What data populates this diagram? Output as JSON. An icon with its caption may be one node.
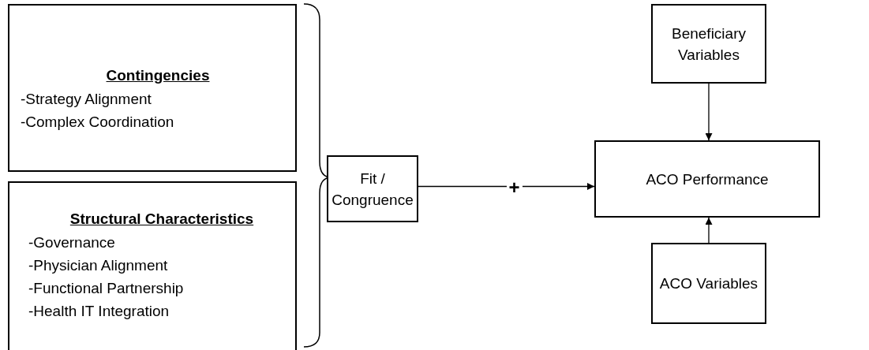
{
  "diagram": {
    "nodes": [
      {
        "text": [
          "Contingencies",
          "-Strategy Alignment",
          "-Complex Coordination"
        ]
      },
      {
        "text": [
          "Structural Characteristics",
          "-Governance",
          "-Physician Alignment",
          "-Functional Partnership",
          "-Health IT Integration"
        ]
      },
      {
        "text": [
          "Fit / Congruence"
        ]
      },
      {
        "text": [
          "Beneficiary Variables"
        ]
      },
      {
        "text": [
          "ACO Performance"
        ]
      },
      {
        "text": [
          "ACO Variables"
        ]
      }
    ],
    "edges": [
      {
        "from": 2,
        "to": 4,
        "arrow": "to",
        "label": "+"
      },
      {
        "from": 3,
        "to": 4,
        "arrow": "to"
      },
      {
        "from": 5,
        "to": 4,
        "arrow": "to"
      }
    ]
  }
}
